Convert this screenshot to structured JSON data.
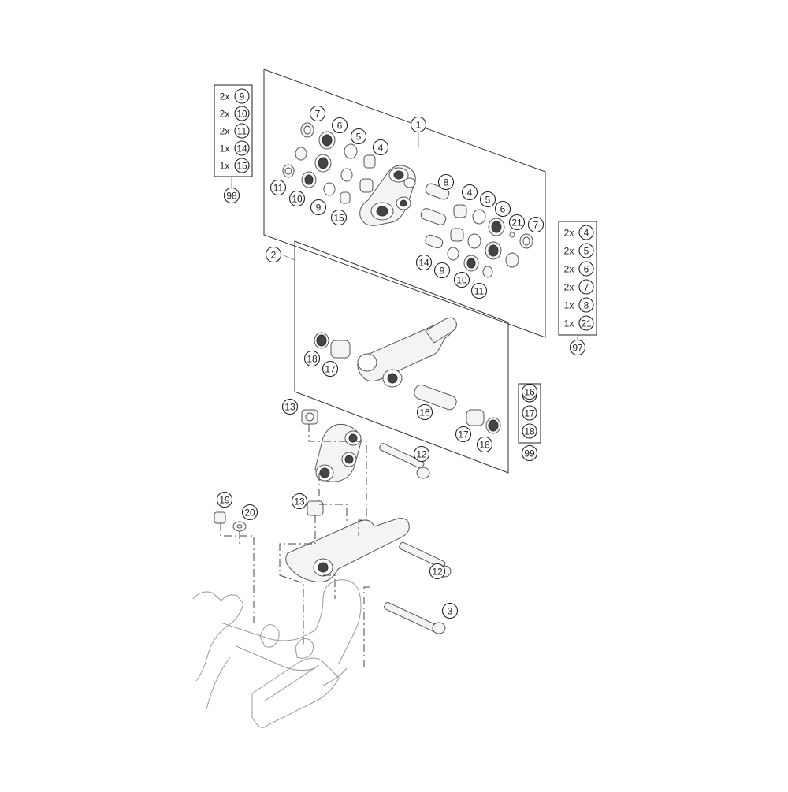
{
  "callouts": [
    "1",
    "2",
    "3",
    "4",
    "4",
    "5",
    "5",
    "6",
    "6",
    "7",
    "7",
    "8",
    "9",
    "9",
    "10",
    "10",
    "11",
    "11",
    "12",
    "12",
    "13",
    "13",
    "14",
    "15",
    "16",
    "16",
    "17",
    "17",
    "18",
    "18",
    "19",
    "20",
    "21"
  ],
  "kits": {
    "k98": {
      "ref": "98",
      "rows": [
        {
          "qty": "2x",
          "part": "9"
        },
        {
          "qty": "2x",
          "part": "10"
        },
        {
          "qty": "2x",
          "part": "11"
        },
        {
          "qty": "1x",
          "part": "14"
        },
        {
          "qty": "1x",
          "part": "15"
        }
      ]
    },
    "k97": {
      "ref": "97",
      "rows": [
        {
          "qty": "2x",
          "part": "4"
        },
        {
          "qty": "2x",
          "part": "5"
        },
        {
          "qty": "2x",
          "part": "6"
        },
        {
          "qty": "2x",
          "part": "7"
        },
        {
          "qty": "1x",
          "part": "8"
        },
        {
          "qty": "1x",
          "part": "21"
        }
      ]
    },
    "k99": {
      "ref": "99",
      "rows": [
        {
          "qty": "",
          "part": "16"
        },
        {
          "qty": "",
          "part": "17"
        },
        {
          "qty": "",
          "part": "18"
        }
      ]
    }
  }
}
